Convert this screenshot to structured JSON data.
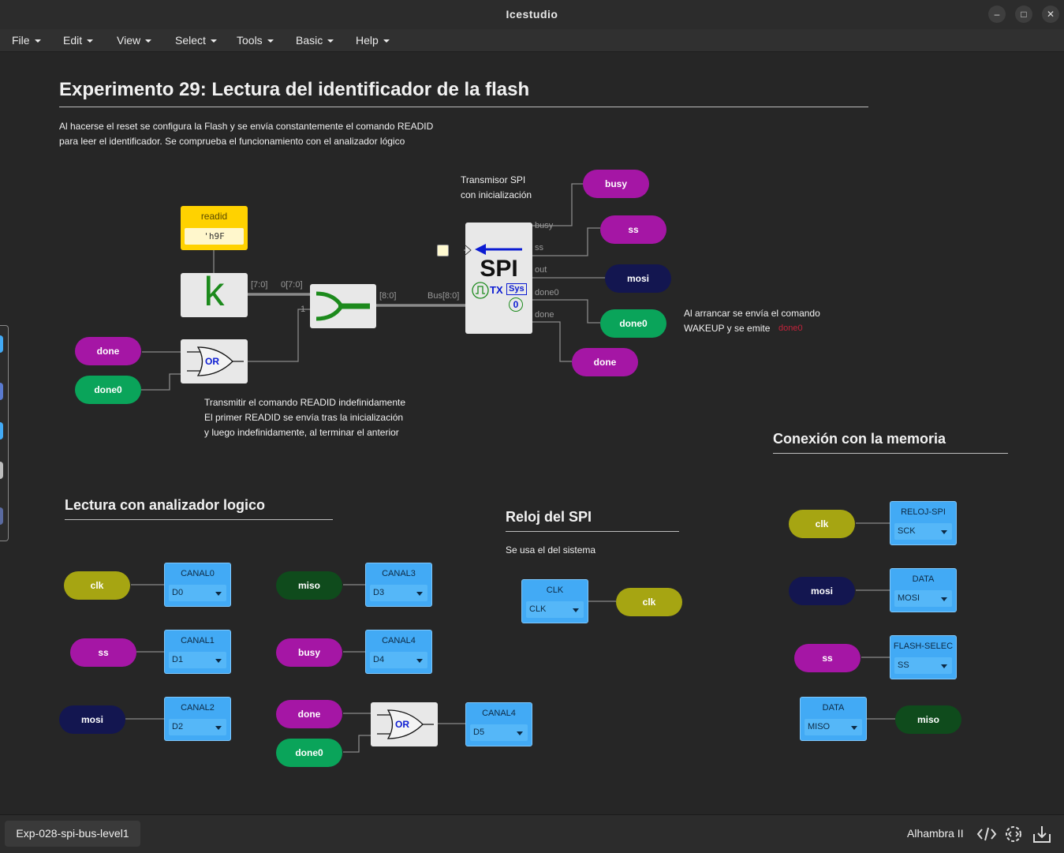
{
  "window": {
    "title": "Icestudio",
    "min": "–",
    "max": "□",
    "close": "✕"
  },
  "menu": [
    {
      "label": "File"
    },
    {
      "label": "Edit"
    },
    {
      "label": "View"
    },
    {
      "label": "Select"
    },
    {
      "label": "Tools"
    },
    {
      "label": "Basic"
    },
    {
      "label": "Help"
    }
  ],
  "main": {
    "title": "Experimento 29: Lectura del identificador de la flash",
    "description": "Al hacerse el reset se configura la Flash y se envía constantemente el comando READID\npara leer el identificador. Se comprueba el funcionamiento con el analizador lógico",
    "spi_note": "Transmisor SPI\ncon inicialización",
    "wakeup_note": "Al arrancar se envía el comando\nWAKEUP y se emite",
    "wakeup_signal": "done0",
    "readid_note": "Transmitir el comando READID indefinidamente\nEl primer READID se envía tras la inicialización\ny luego indefinidamente, al terminar el anterior",
    "readid_block": {
      "name": "readid",
      "value": "'h9F"
    },
    "constant_glyph": "k",
    "or_label": "OR",
    "spi_block": {
      "title": "SPI",
      "tx": "TX",
      "sys": "Sys",
      "zero": "0"
    },
    "ports": {
      "busy": "busy",
      "ss": "ss",
      "out": "out",
      "done0": "done0",
      "done": "done"
    },
    "wires": {
      "w70": "[7:0]",
      "o70": "0[7:0]",
      "one": "1",
      "w80": "[8:0]",
      "bus80": "Bus[8:0]"
    },
    "pills": {
      "busy": "busy",
      "ss": "ss",
      "mosi": "mosi",
      "done0": "done0",
      "done": "done",
      "in_done": "done",
      "in_done0": "done0"
    }
  },
  "analyzer": {
    "title": "Lectura con analizador logico",
    "rows": [
      {
        "signal": "clk",
        "canal": "CANAL0",
        "value": "D0"
      },
      {
        "signal": "ss",
        "canal": "CANAL1",
        "value": "D1"
      },
      {
        "signal": "mosi",
        "canal": "CANAL2",
        "value": "D2"
      },
      {
        "signal": "miso",
        "canal": "CANAL3",
        "value": "D3"
      },
      {
        "signal": "busy",
        "canal": "CANAL4",
        "value": "D4"
      }
    ],
    "or_inputs": [
      "done",
      "done0"
    ],
    "or_output": {
      "canal": "CANAL4",
      "value": "D5"
    }
  },
  "clock": {
    "title": "Reloj del SPI",
    "note": "Se usa el del sistema",
    "block": {
      "label": "CLK",
      "value": "CLK"
    },
    "signal": "clk"
  },
  "memory": {
    "title": "Conexión con la memoria",
    "rows": [
      {
        "signal": "clk",
        "label": "RELOJ-SPI",
        "value": "SCK"
      },
      {
        "signal": "mosi",
        "label": "DATA",
        "value": "MOSI"
      },
      {
        "signal": "ss",
        "label": "FLASH-SELEC",
        "value": "SS"
      },
      {
        "signal": "miso",
        "label": "DATA",
        "value": "MISO"
      }
    ]
  },
  "status": {
    "file": "Exp-028-spi-bus-level1",
    "board": "Alhambra II"
  },
  "colors": {
    "purple": "#a516a5",
    "green": "#0aa45a",
    "navy": "#131650",
    "olive": "#a6a512",
    "dark_green": "#0f4b1c",
    "io_blue": "#42aaf5",
    "constant_yellow": "#ffd200"
  }
}
